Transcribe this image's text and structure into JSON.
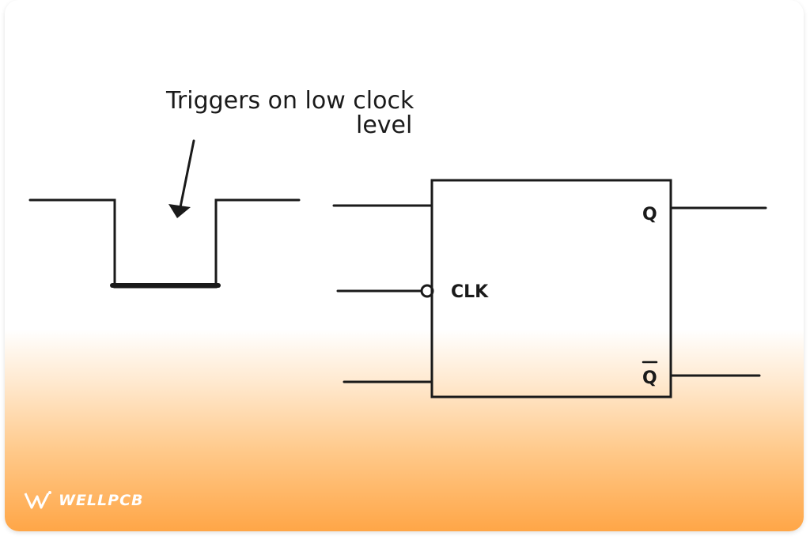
{
  "annotation": {
    "line1": "Triggers on low clock",
    "line2": "level"
  },
  "flipflop": {
    "clock_label": "CLK",
    "output_q": "Q",
    "output_q_bar": "Q"
  },
  "logo": {
    "text": "WELLPCB"
  },
  "colors": {
    "accent": "#ffa647",
    "ink": "#1a1a1a"
  }
}
